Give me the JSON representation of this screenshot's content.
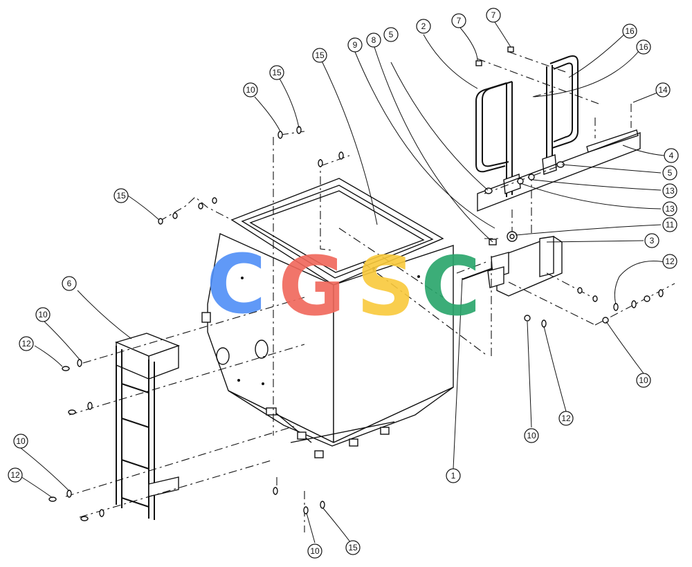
{
  "watermark": {
    "letters": [
      "C",
      "G",
      "S",
      "C"
    ],
    "colors": [
      "#4f8ff7",
      "#f0675a",
      "#f9c93b",
      "#28a56a"
    ]
  },
  "callouts": [
    {
      "id": "c1",
      "label": "1"
    },
    {
      "id": "c2",
      "label": "2"
    },
    {
      "id": "c3",
      "label": "3"
    },
    {
      "id": "c4",
      "label": "4"
    },
    {
      "id": "c5a",
      "label": "5"
    },
    {
      "id": "c5b",
      "label": "5"
    },
    {
      "id": "c6",
      "label": "6"
    },
    {
      "id": "c7a",
      "label": "7"
    },
    {
      "id": "c7b",
      "label": "7"
    },
    {
      "id": "c8",
      "label": "8"
    },
    {
      "id": "c9",
      "label": "9"
    },
    {
      "id": "c10a",
      "label": "10"
    },
    {
      "id": "c10b",
      "label": "10"
    },
    {
      "id": "c10c",
      "label": "10"
    },
    {
      "id": "c10d",
      "label": "10"
    },
    {
      "id": "c10e",
      "label": "10"
    },
    {
      "id": "c10f",
      "label": "10"
    },
    {
      "id": "c11",
      "label": "11"
    },
    {
      "id": "c12a",
      "label": "12"
    },
    {
      "id": "c12b",
      "label": "12"
    },
    {
      "id": "c12c",
      "label": "12"
    },
    {
      "id": "c12d",
      "label": "12"
    },
    {
      "id": "c13a",
      "label": "13"
    },
    {
      "id": "c13b",
      "label": "13"
    },
    {
      "id": "c14",
      "label": "14"
    },
    {
      "id": "c15a",
      "label": "15"
    },
    {
      "id": "c15b",
      "label": "15"
    },
    {
      "id": "c15c",
      "label": "15"
    },
    {
      "id": "c15d",
      "label": "15"
    },
    {
      "id": "c16a",
      "label": "16"
    },
    {
      "id": "c16b",
      "label": "16"
    }
  ]
}
